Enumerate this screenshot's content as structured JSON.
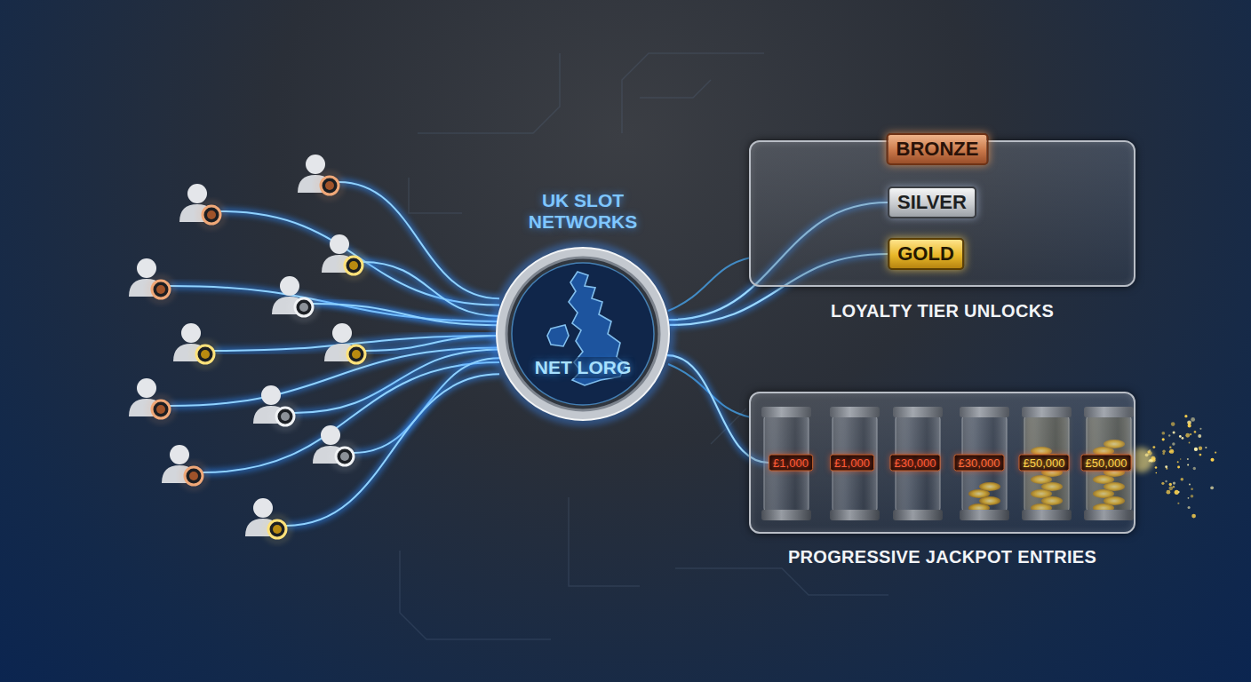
{
  "diagram": {
    "nodes": [
      {
        "text": [
          "UK SLOT NETWORKS",
          "NET LORG"
        ]
      },
      {
        "text": [
          "LOYALTY TIER UNLOCKS"
        ]
      },
      {
        "text": [
          "BRONZE"
        ],
        "in": 1
      },
      {
        "text": [
          "SILVER"
        ],
        "in": 1
      },
      {
        "text": [
          "GOLD"
        ],
        "in": 1
      },
      {
        "text": [
          "PROGRESSIVE JACKPOT ENTRIES"
        ]
      },
      {
        "text": [
          "£1,000"
        ],
        "in": 5
      },
      {
        "text": [
          "£1,000"
        ],
        "in": 5
      },
      {
        "text": [
          "£30,000"
        ],
        "in": 5
      },
      {
        "text": [
          "£30,000"
        ],
        "in": 5
      },
      {
        "text": [
          "£50,000"
        ],
        "in": 5
      },
      {
        "text": [
          "£50,000"
        ],
        "in": 5
      }
    ],
    "edges": [
      {
        "from": 0,
        "to": 3,
        "arrow": "none"
      },
      {
        "from": 0,
        "to": 4,
        "arrow": "none"
      },
      {
        "from": 0,
        "to": 6,
        "arrow": "none"
      }
    ]
  }
}
